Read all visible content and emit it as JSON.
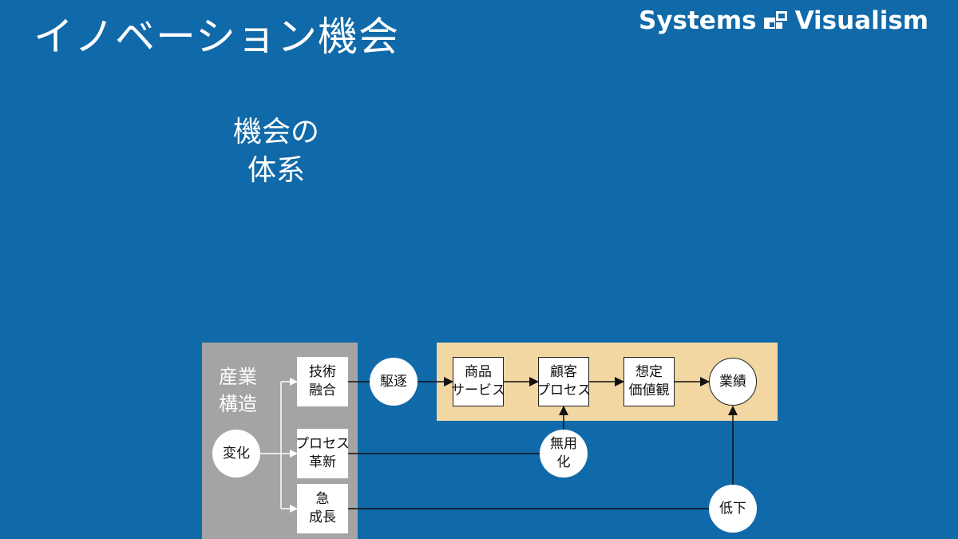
{
  "header": {
    "title": "イノベーション機会",
    "logo_left": "Systems",
    "logo_right": "Visualism"
  },
  "subtitle": {
    "line1": "機会の",
    "line2": "体系"
  },
  "diagram": {
    "group_label": {
      "line1": "産業",
      "line2": "構造"
    },
    "change": "変化",
    "tech": {
      "line1": "技術",
      "line2": "融合"
    },
    "process": {
      "line1": "プロセス",
      "line2": "革新"
    },
    "growth": {
      "line1": "急",
      "line2": "成長"
    },
    "drive": "駆逐",
    "product": {
      "line1": "商品",
      "line2": "サービス"
    },
    "customer": {
      "line1": "顧客",
      "line2": "プロセス"
    },
    "values": {
      "line1": "想定",
      "line2": "価値観"
    },
    "performance": "業績",
    "obsolete": {
      "line1": "無用",
      "line2": "化"
    },
    "decline": "低下"
  },
  "colors": {
    "background": "#1069a8",
    "gray_panel": "#a4a4a4",
    "tan_panel": "#f2d7a2",
    "logo_mark_accent": "#1069a8"
  }
}
